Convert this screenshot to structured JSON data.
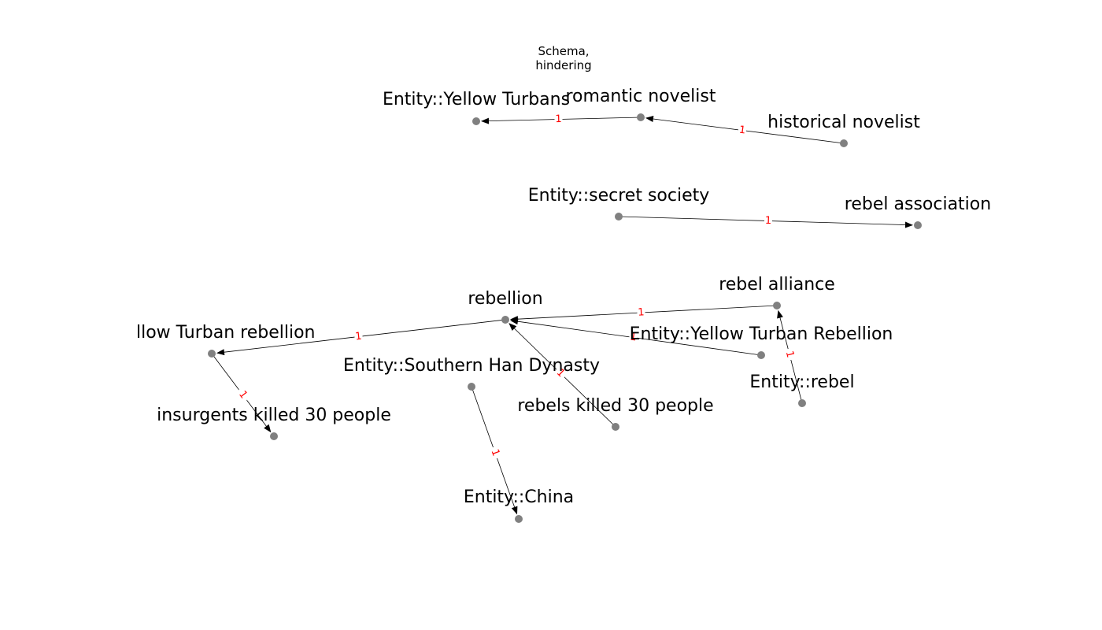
{
  "title_lines": [
    "Schema,",
    "hindering"
  ],
  "colors": {
    "node": "#808080",
    "edge": "#000000",
    "edge_label": "#ff0000",
    "label": "#000000",
    "background": "#ffffff"
  },
  "nodes": [
    {
      "id": "yellow_turbans",
      "label": "Entity::Yellow Turbans"
    },
    {
      "id": "romantic_novelist",
      "label": "romantic novelist"
    },
    {
      "id": "historical_novelist",
      "label": "historical novelist"
    },
    {
      "id": "secret_society",
      "label": "Entity::secret society"
    },
    {
      "id": "rebel_association",
      "label": "rebel association"
    },
    {
      "id": "rebel_alliance",
      "label": "rebel alliance"
    },
    {
      "id": "rebellion",
      "label": "rebellion"
    },
    {
      "id": "yellow_turban_rebellion_lc",
      "label": "llow Turban rebellion"
    },
    {
      "id": "yellow_turban_rebellion_entity",
      "label": "Entity::Yellow Turban Rebellion"
    },
    {
      "id": "southern_han",
      "label": "Entity::Southern Han Dynasty"
    },
    {
      "id": "rebel",
      "label": "Entity::rebel"
    },
    {
      "id": "rebels_killed",
      "label": "rebels killed 30 people"
    },
    {
      "id": "insurgents_killed",
      "label": "insurgents killed 30 people"
    },
    {
      "id": "china",
      "label": "Entity::China"
    }
  ],
  "edges": [
    {
      "source": "romantic_novelist",
      "target": "yellow_turbans",
      "label": "1"
    },
    {
      "source": "historical_novelist",
      "target": "romantic_novelist",
      "label": "1"
    },
    {
      "source": "secret_society",
      "target": "rebel_association",
      "label": "1"
    },
    {
      "source": "rebel_alliance",
      "target": "rebellion",
      "label": "1"
    },
    {
      "source": "rebellion",
      "target": "yellow_turban_rebellion_lc",
      "label": "1"
    },
    {
      "source": "yellow_turban_rebellion_entity",
      "target": "rebellion",
      "label": "1"
    },
    {
      "source": "rebels_killed",
      "target": "rebellion",
      "label": "1"
    },
    {
      "source": "rebel",
      "target": "rebel_alliance",
      "label": "1"
    },
    {
      "source": "yellow_turban_rebellion_lc",
      "target": "insurgents_killed",
      "label": "1"
    },
    {
      "source": "southern_han",
      "target": "china",
      "label": "1"
    }
  ]
}
